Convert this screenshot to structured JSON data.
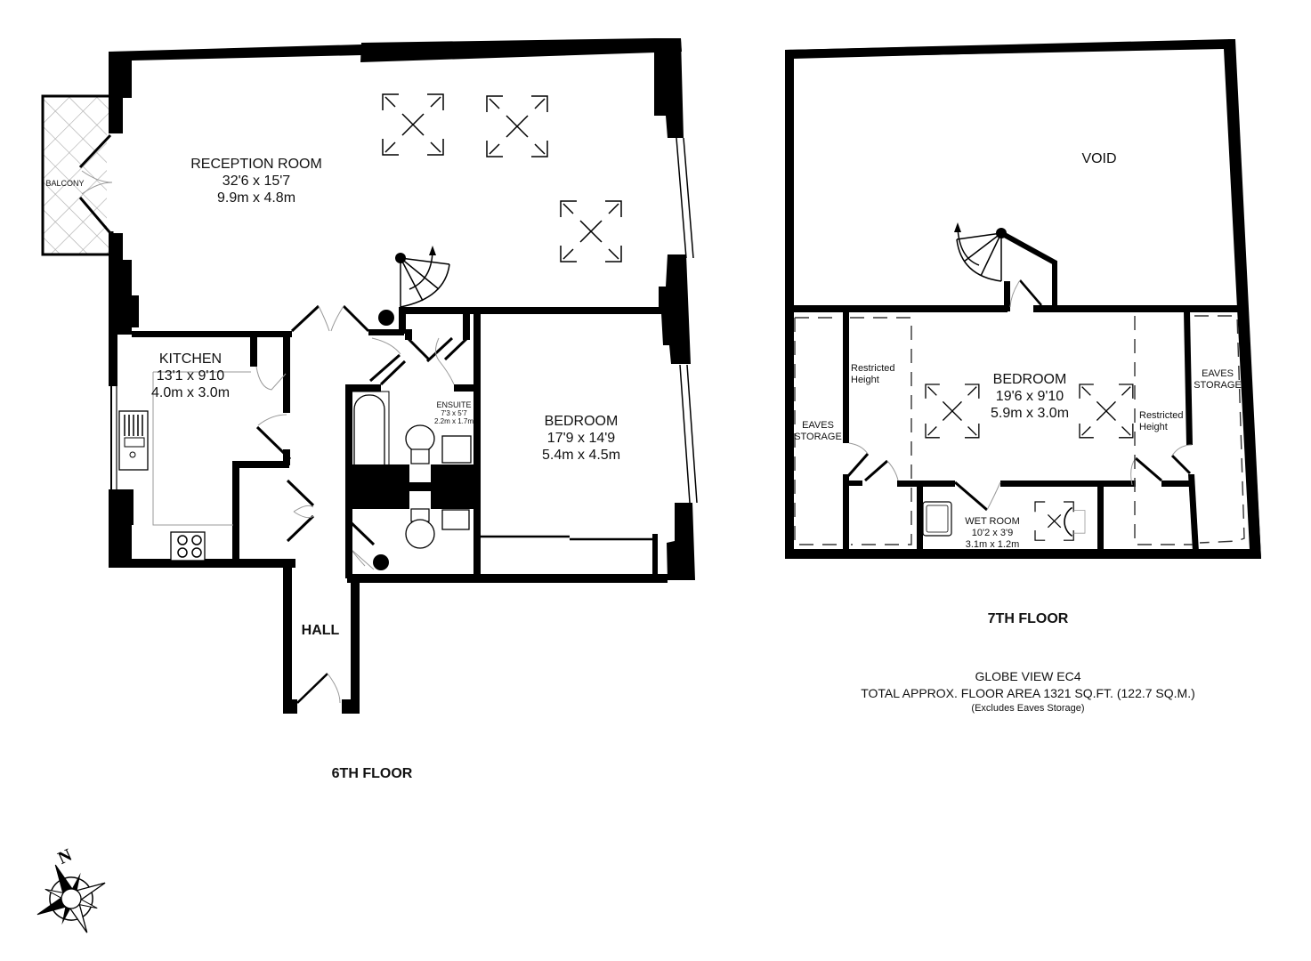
{
  "plan": {
    "property": "GLOBE VIEW EC4",
    "total_area": "TOTAL APPROX. FLOOR AREA 1321 SQ.FT. (122.7 SQ.M.)",
    "note": "(Excludes Eaves Storage)",
    "compass_label": "N"
  },
  "floors": {
    "sixth": {
      "label": "6TH FLOOR",
      "rooms": {
        "reception": {
          "name": "RECEPTION ROOM",
          "imperial": "32'6 x 15'7",
          "metric": "9.9m x 4.8m"
        },
        "balcony": {
          "name": "BALCONY"
        },
        "kitchen": {
          "name": "KITCHEN",
          "imperial": "13'1 x 9'10",
          "metric": "4.0m x 3.0m"
        },
        "ensuite": {
          "name": "ENSUITE",
          "imperial": "7'3 x 5'7",
          "metric": "2.2m x 1.7m"
        },
        "bedroom": {
          "name": "BEDROOM",
          "imperial": "17'9 x 14'9",
          "metric": "5.4m x 4.5m"
        },
        "hall": {
          "name": "HALL"
        }
      }
    },
    "seventh": {
      "label": "7TH FLOOR",
      "rooms": {
        "void": {
          "name": "VOID"
        },
        "bedroom": {
          "name": "BEDROOM",
          "imperial": "19'6 x 9'10",
          "metric": "5.9m x 3.0m"
        },
        "wet_room": {
          "name": "WET ROOM",
          "imperial": "10'2 x 3'9",
          "metric": "3.1m x 1.2m"
        },
        "eaves_left": {
          "line1": "EAVES",
          "line2": "STORAGE"
        },
        "eaves_right": {
          "line1": "EAVES",
          "line2": "STORAGE"
        },
        "restricted_left": {
          "line1": "Restricted",
          "line2": "Height"
        },
        "restricted_right": {
          "line1": "Restricted",
          "line2": "Height"
        }
      }
    }
  }
}
